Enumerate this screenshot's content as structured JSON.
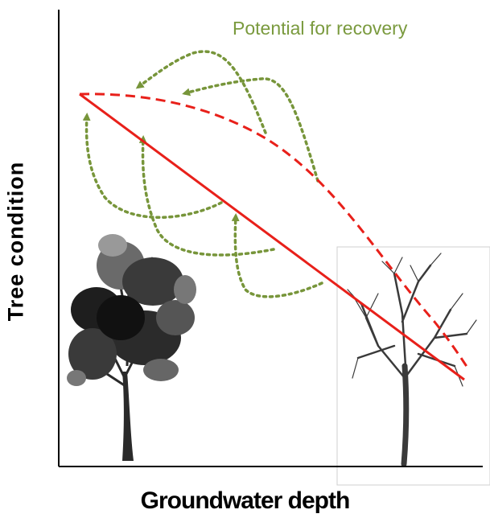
{
  "labels": {
    "x_axis": "Groundwater depth",
    "y_axis": "Tree condition",
    "annotation": "Potential for recovery"
  },
  "colors": {
    "decline_line": "#e8201a",
    "recovery_arrows": "#77953a",
    "annotation_text": "#7a9a3e",
    "axis": "#000000",
    "tree_healthy": "#2a2a2a",
    "tree_dead": "#3a3a3a",
    "inset_border": "#cfcfcf"
  },
  "icons": [
    "healthy-tree-icon",
    "dead-tree-icon"
  ]
}
